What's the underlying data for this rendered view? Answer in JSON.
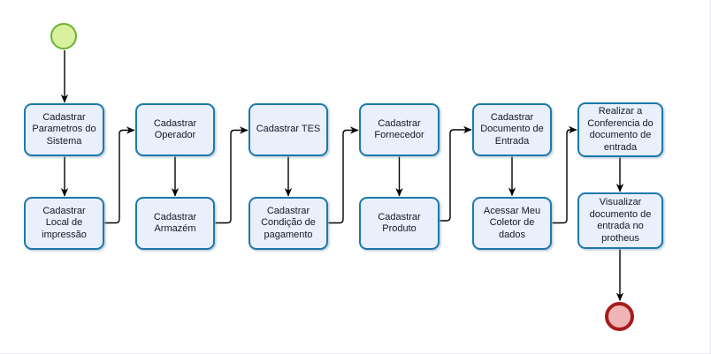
{
  "diagram": {
    "type": "flowchart",
    "colors": {
      "background": "#ffffff",
      "node_fill": "#e9effb",
      "node_border": "#1b79ad",
      "node_text": "#131a24",
      "connector": "#000000",
      "start_event_fill": "#d9f09e",
      "start_event_border": "#68b42d",
      "end_event_fill": "#efb5b5",
      "end_event_border": "#a81b1b"
    },
    "start_event": {
      "name": "start"
    },
    "end_event": {
      "name": "end"
    },
    "nodes": [
      {
        "id": 1,
        "label": "Cadastrar\nParametros do\nSistema"
      },
      {
        "id": 2,
        "label": "Cadastrar\nLocal de\nimpressão"
      },
      {
        "id": 3,
        "label": "Cadastrar\nOperador"
      },
      {
        "id": 4,
        "label": "Cadastrar\nArmazém"
      },
      {
        "id": 5,
        "label": "Cadastrar TES"
      },
      {
        "id": 6,
        "label": "Cadastrar\nCondição de\npagamento"
      },
      {
        "id": 7,
        "label": "Cadastrar\nFornecedor"
      },
      {
        "id": 8,
        "label": "Cadastrar\nProduto"
      },
      {
        "id": 9,
        "label": "Cadastrar\nDocumento de\nEntrada"
      },
      {
        "id": 10,
        "label": "Acessar Meu\nColetor de\ndados"
      },
      {
        "id": 11,
        "label": "Realizar a\nConferencia do\ndocumento de\nentrada"
      },
      {
        "id": 12,
        "label": "Visualizar\ndocumento de\nentrada no\nprotheus"
      }
    ],
    "edges": [
      {
        "from": "start",
        "to": "Cadastrar Parametros do Sistema"
      },
      {
        "from": "Cadastrar Parametros do Sistema",
        "to": "Cadastrar Local de impressão"
      },
      {
        "from": "Cadastrar Local de impressão",
        "to": "Cadastrar Operador"
      },
      {
        "from": "Cadastrar Operador",
        "to": "Cadastrar Armazém"
      },
      {
        "from": "Cadastrar Armazém",
        "to": "Cadastrar TES"
      },
      {
        "from": "Cadastrar TES",
        "to": "Cadastrar Condição de pagamento"
      },
      {
        "from": "Cadastrar Condição de pagamento",
        "to": "Cadastrar Fornecedor"
      },
      {
        "from": "Cadastrar Fornecedor",
        "to": "Cadastrar Produto"
      },
      {
        "from": "Cadastrar Produto",
        "to": "Cadastrar Documento de Entrada"
      },
      {
        "from": "Cadastrar Documento de Entrada",
        "to": "Acessar Meu Coletor de dados"
      },
      {
        "from": "Acessar Meu Coletor de dados",
        "to": "Realizar a Conferencia do documento de entrada"
      },
      {
        "from": "Realizar a Conferencia do documento de entrada",
        "to": "Visualizar documento de entrada no protheus"
      },
      {
        "from": "Visualizar documento de entrada no protheus",
        "to": "end"
      }
    ]
  }
}
